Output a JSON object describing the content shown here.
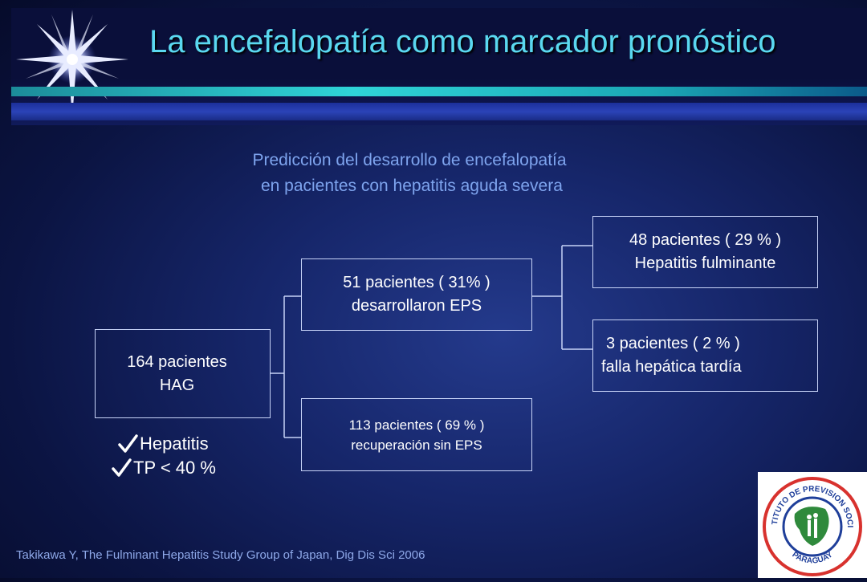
{
  "slide": {
    "title": "La encefalopatía como marcador pronóstico",
    "subtitle_line1": "Predicción del desarrollo de encefalopatía",
    "subtitle_line2": " en pacientes con hepatitis aguda severa"
  },
  "nodes": {
    "root": {
      "line1": "164 pacientes",
      "line2": "HAG"
    },
    "eps": {
      "line1": "51 pacientes ( 31% )",
      "line2": "desarrollaron EPS"
    },
    "recovery": {
      "line1": "113 pacientes ( 69 % )",
      "line2": "recuperación sin EPS"
    },
    "fulminant": {
      "line1": "48 pacientes ( 29 % )",
      "line2": "Hepatitis fulminante"
    },
    "late": {
      "line1": "3 pacientes ( 2 % )",
      "line2": "falla hepática tardía"
    }
  },
  "criteria": [
    "Hepatitis",
    "TP < 40 %"
  ],
  "citation": "Takikawa Y, The Fulminant Hepatitis Study Group of Japan, Dig Dis Sci 2006",
  "logo": {
    "ring_text_top": "INSTITUTO DE PREVISION SOCIAL",
    "ring_text_bottom": "PARAGUAY"
  },
  "colors": {
    "title": "#5ad8f0",
    "subtitle": "#7ea4ee",
    "box_border": "#c7d3f7",
    "check": "#ffffff",
    "logo_red": "#d8322e",
    "logo_green": "#2f8a3c",
    "logo_blue": "#1f3f9a"
  }
}
